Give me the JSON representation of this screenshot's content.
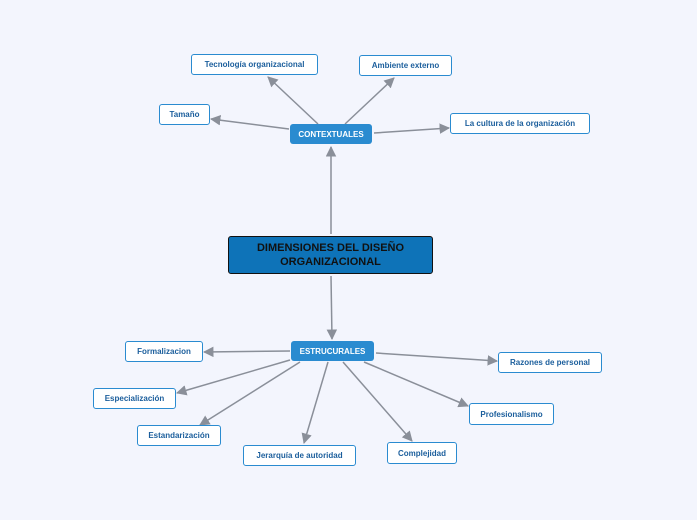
{
  "colors": {
    "background": "#f3f5fd",
    "root_fill": "#0e73b8",
    "main_fill": "#2a8bd0",
    "leaf_border": "#2a8bd0",
    "leaf_text": "#1b5e9c",
    "connector": "#8a8f99"
  },
  "root": {
    "label": "DIMENSIONES DEL DISEÑO ORGANIZACIONAL"
  },
  "branches": {
    "contextuales": {
      "label": "CONTEXTUALES",
      "children": [
        "Tecnología organizacional",
        "Ambiente externo",
        "Tamaño",
        "La cultura de la organización"
      ]
    },
    "estructurales": {
      "label": "ESTRUCURALES",
      "children": [
        "Formalizacion",
        "Razones de personal",
        "Especialización",
        "Profesionalismo",
        "Estandarización",
        "Jerarquía de autoridad",
        "Complejidad"
      ]
    }
  }
}
